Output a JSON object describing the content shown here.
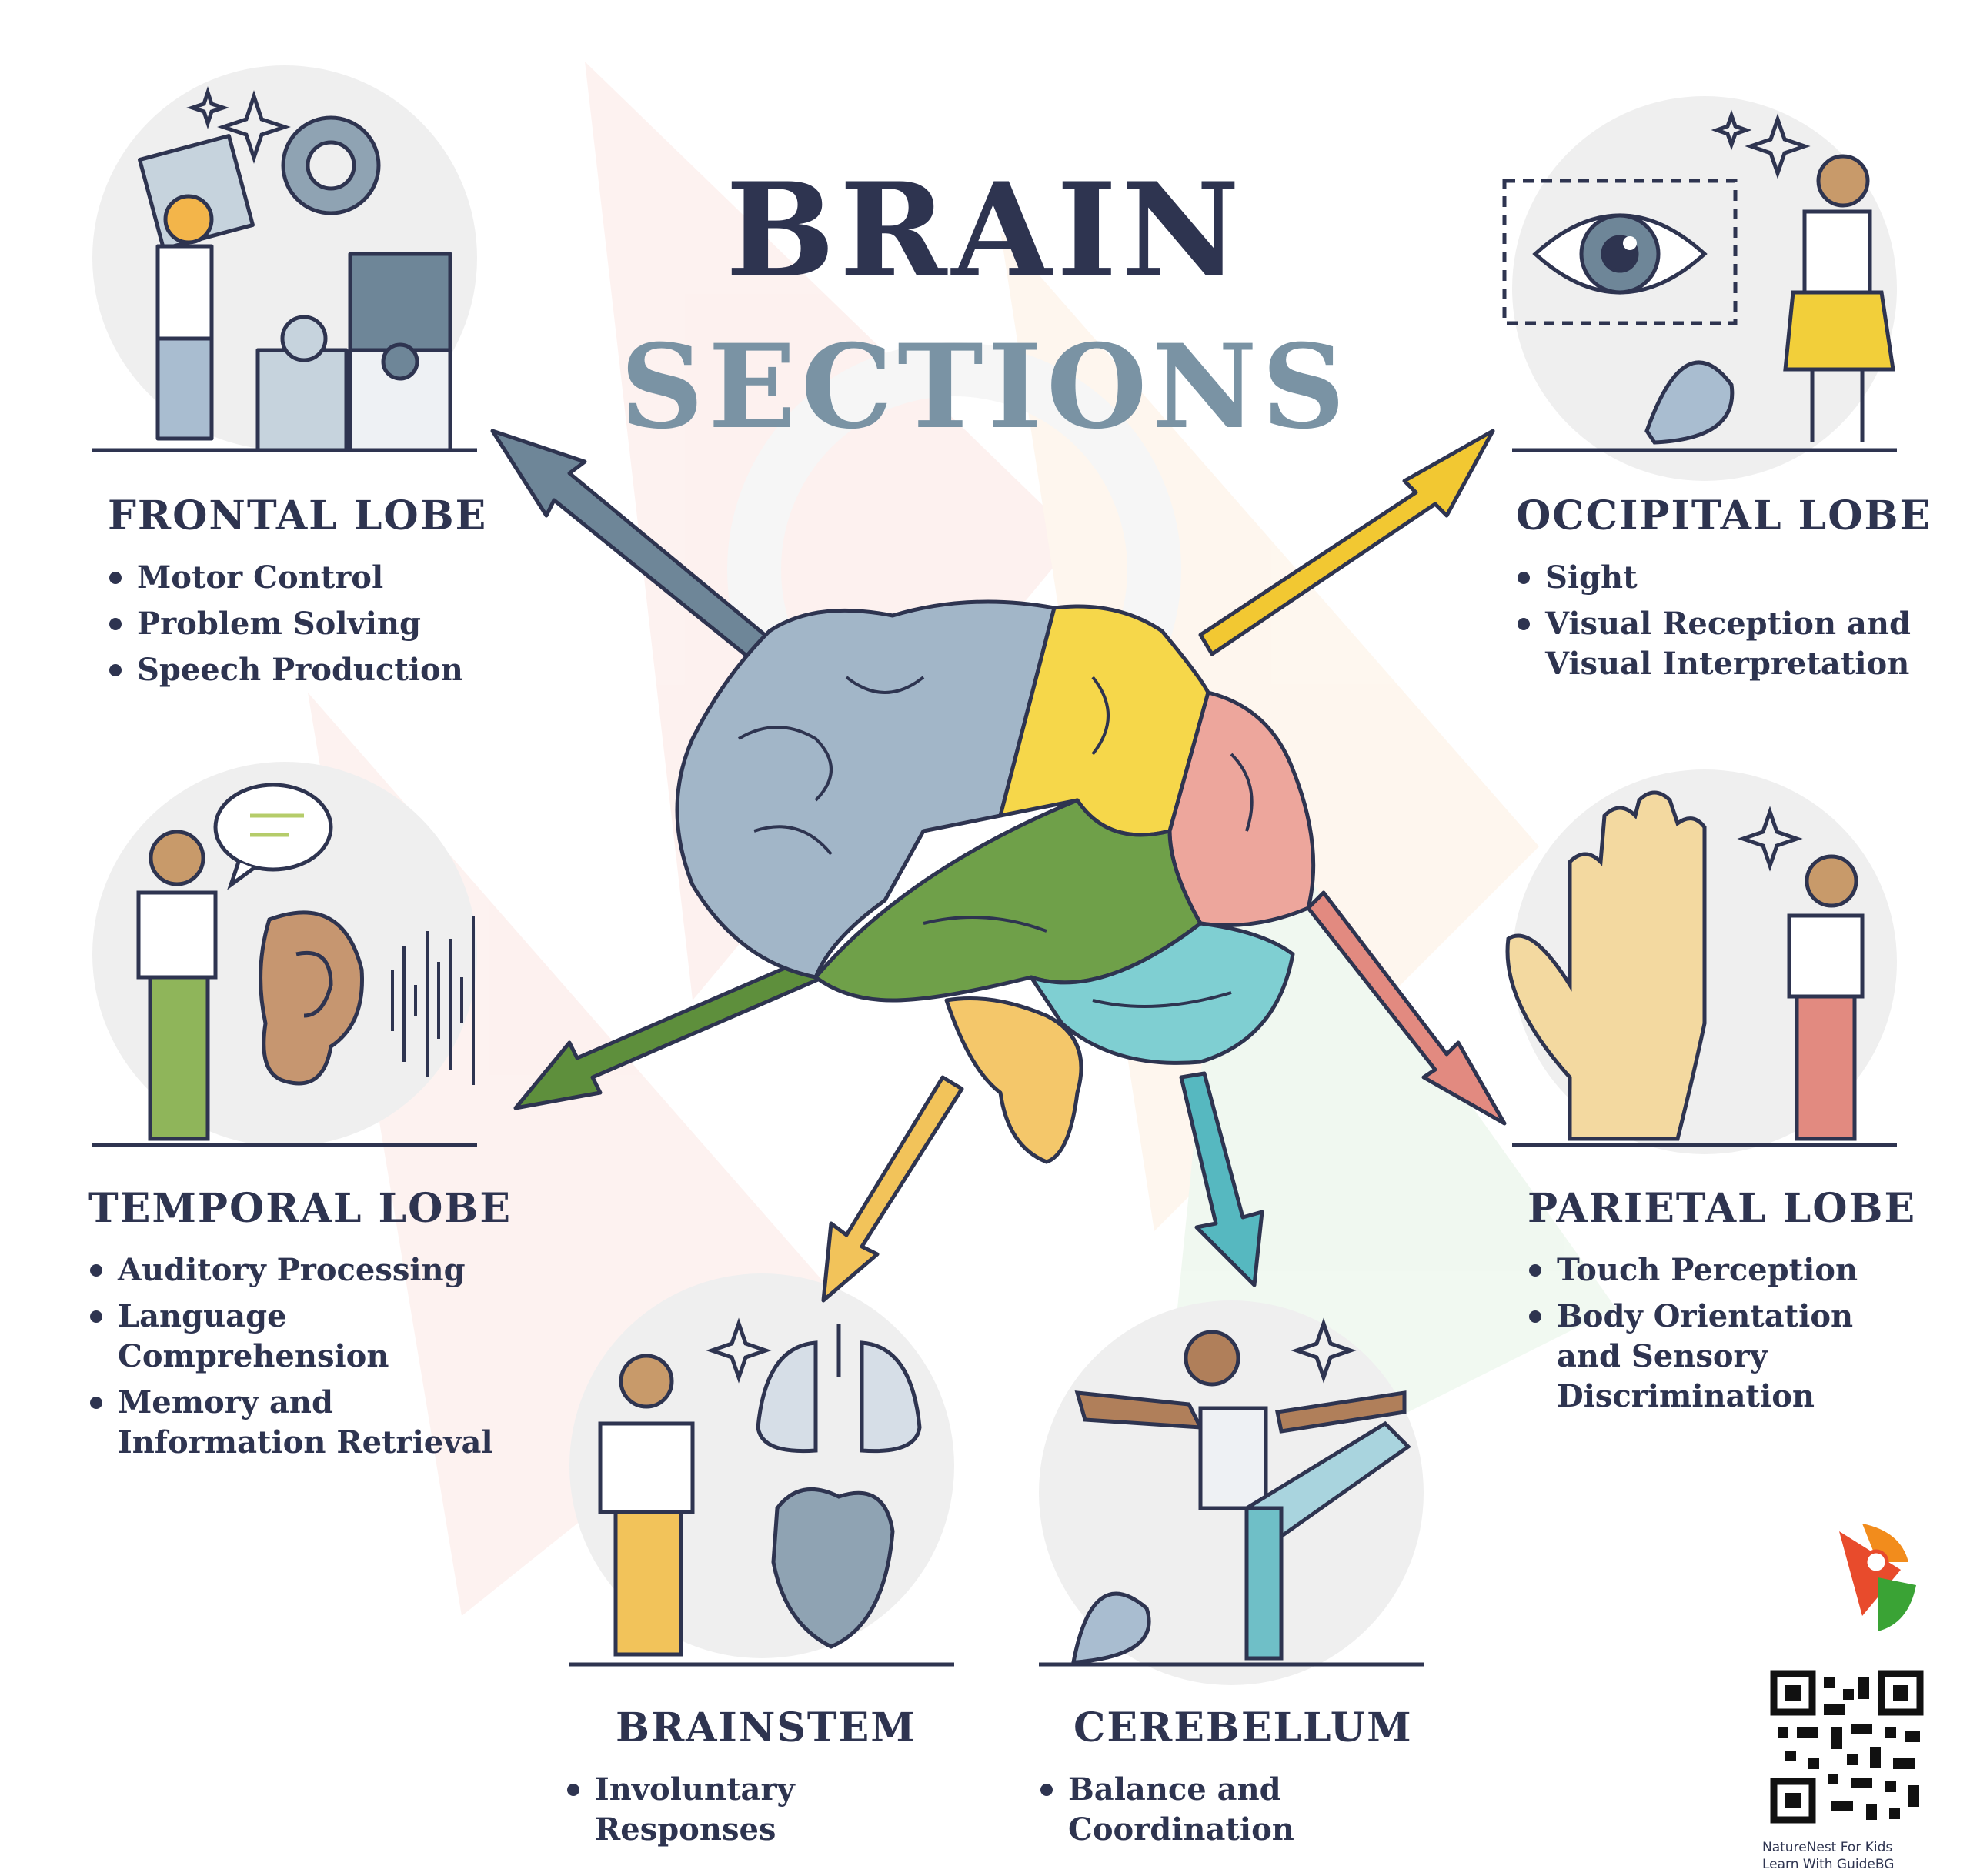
{
  "title": {
    "line1": "BRAIN",
    "line2": "SECTIONS"
  },
  "sections": [
    {
      "id": "frontal",
      "heading": "FRONTAL LOBE",
      "color": "#6e8698",
      "items": [
        "Motor Control",
        "Problem Solving",
        "Speech Production"
      ]
    },
    {
      "id": "occipital",
      "heading": "OCCIPITAL LOBE",
      "color": "#f2c832",
      "items": [
        "Sight",
        "Visual Reception and Visual Interpretation"
      ]
    },
    {
      "id": "temporal",
      "heading": "TEMPORAL LOBE",
      "color": "#5e8f3c",
      "items": [
        "Auditory Processing",
        "Language Comprehension",
        "Memory and Information Retrieval"
      ]
    },
    {
      "id": "parietal",
      "heading": "PARIETAL LOBE",
      "color": "#e28a80",
      "items": [
        "Touch Perception",
        "Body Orientation and Sensory Discrimination"
      ]
    },
    {
      "id": "brainstem",
      "heading": "BRAINSTEM",
      "color": "#f2c35a",
      "items": [
        "Involuntary Responses"
      ]
    },
    {
      "id": "cerebellum",
      "heading": "CEREBELLUM",
      "color": "#56b8c0",
      "items": [
        "Balance and Coordination"
      ]
    }
  ],
  "credit": {
    "line1": "NatureNest For Kids",
    "line2": "Learn With GuideBG"
  }
}
